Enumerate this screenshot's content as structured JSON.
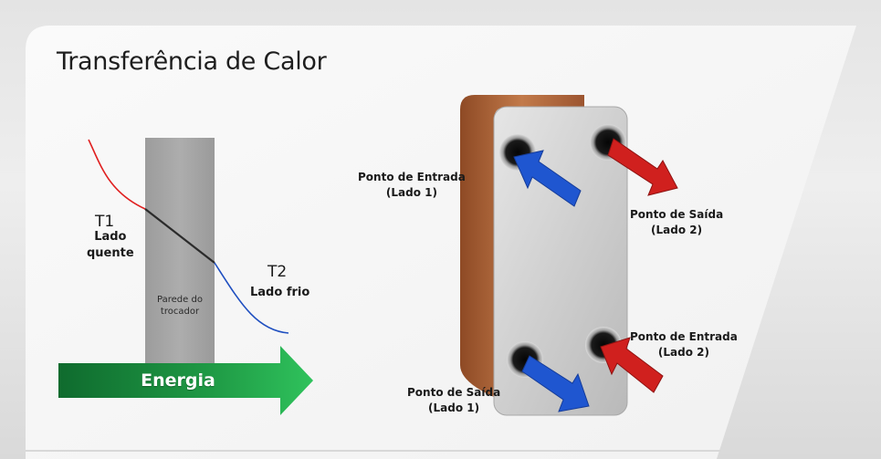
{
  "slide": {
    "title": "Transferência de Calor"
  },
  "diagram": {
    "t1": {
      "symbol": "T1",
      "label_line1": "Lado",
      "label_line2": "quente"
    },
    "t2": {
      "symbol": "T2",
      "label": "Lado frio"
    },
    "wall": {
      "label_line1": "Parede do",
      "label_line2": "trocador"
    },
    "energy_arrow": {
      "label": "Energia"
    }
  },
  "exchanger": {
    "inlet_side1": {
      "line1": "Ponto de Entrada",
      "line2": "(Lado 1)"
    },
    "outlet_side2": {
      "line1": "Ponto de Saída",
      "line2": "(Lado 2)"
    },
    "inlet_side2": {
      "line1": "Ponto de Entrada",
      "line2": "(Lado 2)"
    },
    "outlet_side1": {
      "line1": "Ponto de Saída",
      "line2": "(Lado 1)"
    }
  },
  "colors": {
    "hot": "#e02020",
    "cold": "#1f4fc0",
    "wall": "#a6a6a6",
    "energy": "#1f9a45",
    "copper": "#b5673a",
    "steel": "#cfcfcf"
  }
}
